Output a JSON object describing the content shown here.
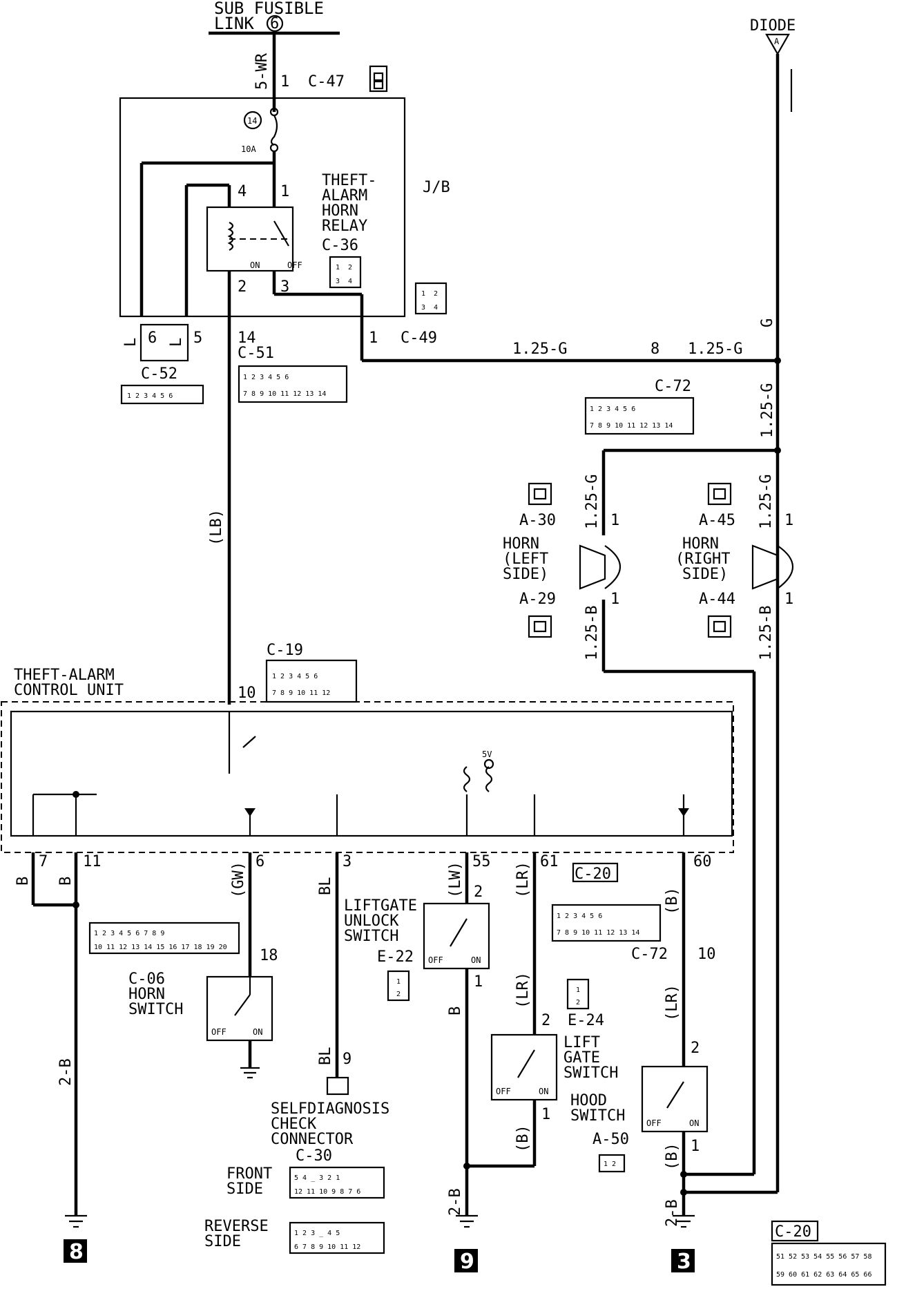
{
  "top": {
    "sub_fusible_link": "SUB FUSIBLE",
    "link": "LINK",
    "link_num": "6",
    "wire_5wr": "5-WR",
    "pin_c47": "1",
    "c47": "C-47",
    "fuse_num": "14",
    "fuse_amp": "10A",
    "jb": "J/B",
    "diode": "DIODE",
    "diode_letter": "A"
  },
  "relay": {
    "title1": "THEFT-",
    "title2": "ALARM",
    "title3": "HORN",
    "title4": "RELAY",
    "conn": "C-36",
    "pin4": "4",
    "pin1": "1",
    "pin2": "2",
    "pin3": "3",
    "on": "ON",
    "off": "OFF"
  },
  "jb_pins": {
    "p6": "6",
    "p5": "5",
    "p14": "14",
    "p1": "1",
    "wire_l1": "L",
    "wire_l2": "L",
    "c51": "C-51",
    "c52": "C-52",
    "c49": "C-49"
  },
  "green": {
    "w125g_a": "1.25-G",
    "pin8": "8",
    "w125g_b": "1.25-G",
    "g": "G",
    "c72": "C-72",
    "w125g_c": "1.25-G",
    "w125g_d": "1.25-G",
    "w125g_e": "1.25-G"
  },
  "horns": {
    "a30": "A-30",
    "a45": "A-45",
    "a29": "A-29",
    "a44": "A-44",
    "left1": "HORN",
    "left2": "(LEFT",
    "left3": "SIDE)",
    "right1": "HORN",
    "right2": "(RIGHT",
    "right3": "SIDE)",
    "pin1a": "1",
    "pin1b": "1",
    "pin1c": "1",
    "pin1d": "1",
    "w125b_a": "1.25-B",
    "w125b_b": "1.25-B"
  },
  "ecu": {
    "title1": "THEFT-ALARM",
    "title2": "CONTROL UNIT",
    "c19": "C-19",
    "pin10": "10",
    "lb": "(LB)",
    "v5": "5V",
    "c20": "C-20"
  },
  "bottom": {
    "pin7": "7",
    "pin11": "11",
    "pin6": "6",
    "pin3": "3",
    "pin55": "55",
    "pin61": "61",
    "pin60": "60",
    "wB1": "B",
    "wB2": "B",
    "wGW": "(GW)",
    "wBL": "BL",
    "wLW": "(LW)",
    "wLR": "(LR)",
    "wB60": "(B)",
    "w2b_a": "2-B",
    "w2b_b": "2-B",
    "w2b_c": "2-B",
    "p18": "18",
    "c06": "C-06",
    "horn_sw1": "HORN",
    "horn_sw2": "SWITCH",
    "off": "OFF",
    "on": "ON",
    "bl9": "BL",
    "p9": "9",
    "self1": "SELFDIAGNOSIS",
    "self2": "CHECK",
    "self3": "CONNECTOR",
    "c30": "C-30",
    "front1": "FRONT",
    "front2": "SIDE",
    "rev1": "REVERSE",
    "rev2": "SIDE",
    "lu1": "LIFTGATE",
    "lu2": "UNLOCK",
    "lu3": "SWITCH",
    "e22": "E-22",
    "lu_p2": "2",
    "lu_p1": "1",
    "lu_b": "B",
    "e24": "E-24",
    "lg1": "LIFT",
    "lg2": "GATE",
    "lg3": "SWITCH",
    "lg_p2": "2",
    "lg_p1": "1",
    "lg_lr": "(LR)",
    "lg_b": "(B)",
    "c72b": "C-72",
    "c72_p10": "10",
    "hood_lr": "(LR)",
    "hood_p2": "2",
    "hood1": "HOOD",
    "hood2": "SWITCH",
    "a50": "A-50",
    "hood_p1": "1",
    "hood_b": "(B)",
    "c20b": "C-20",
    "g8": "8",
    "g9": "9",
    "g3": "3"
  }
}
